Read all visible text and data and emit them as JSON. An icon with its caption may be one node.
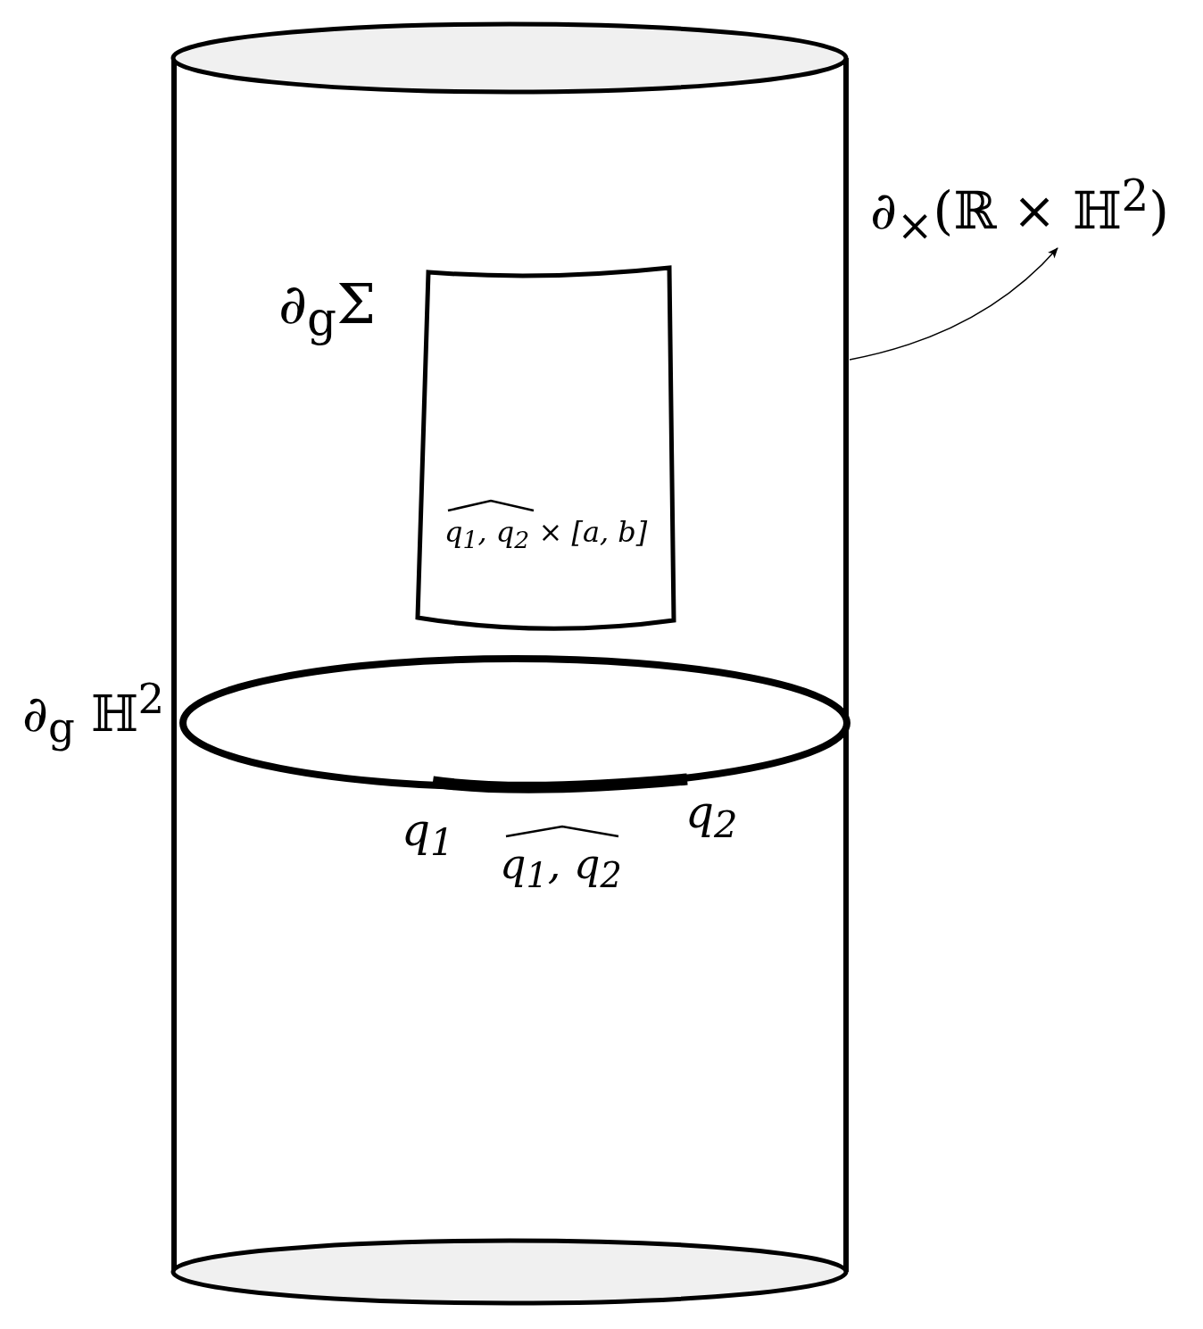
{
  "diagram": {
    "nodes": [
      {
        "text": [],
        "shape": "cylinder"
      },
      {
        "text": [
          "q$_{1}$, q$_{2}$ × [a, b]"
        ],
        "beside": [
          "∂$_{g}$Σ"
        ],
        "in": 0
      },
      {
        "text": [],
        "shape": "ellipse",
        "beside": [
          "∂$_{g}$ ℍ$^{2}$"
        ],
        "in": 0
      },
      {
        "text": [
          "∂$_{×}$(ℝ × ℍ$^{2}$)"
        ]
      }
    ],
    "edges": [
      {
        "from": 0,
        "to": 3,
        "arrow": "to"
      }
    ],
    "labels": [
      "q$_{1}$",
      "q$_{1}$, q$_{2}$",
      "q$_{2}$"
    ]
  }
}
